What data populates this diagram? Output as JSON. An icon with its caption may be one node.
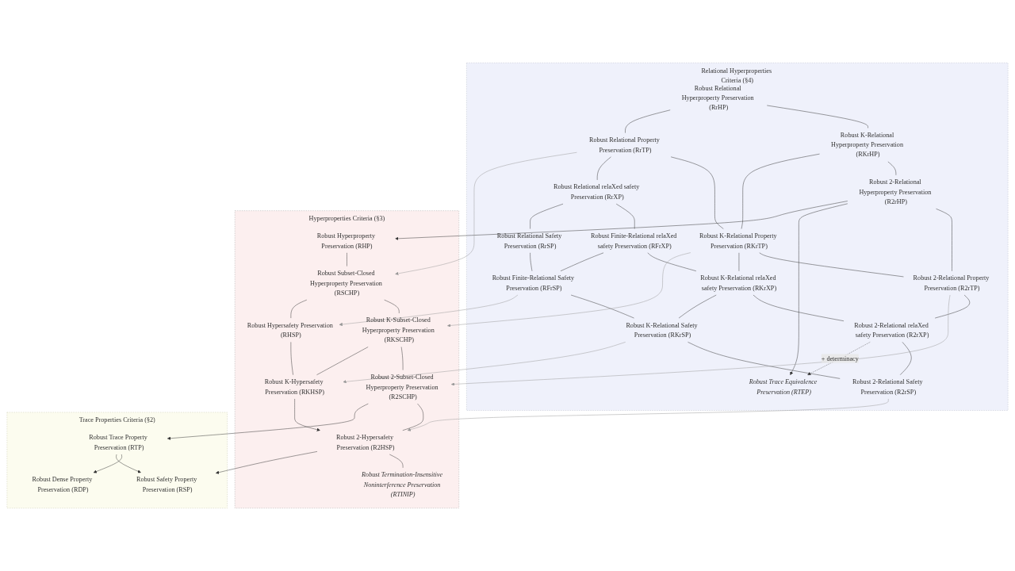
{
  "diagram": {
    "nodes": [
      {
        "text": [
          "Relational Hyperproperties Criteria (§4)"
        ]
      },
      {
        "text": [
          "Robust Relational Hyperproperty Preservation (RrHP)"
        ],
        "in": 0
      },
      {
        "text": [
          "Robust K-Relational Hyperproperty Preservation (RKrHP)"
        ],
        "in": 0
      },
      {
        "text": [
          "Robust 2-Relational Hyperproperty Preservation (R2rHP)"
        ],
        "in": 0
      },
      {
        "text": [
          "Robust Relational Property Preservation (RrTP)"
        ],
        "in": 0
      },
      {
        "text": [
          "Robust K-Relational Property Preservation (RKrTP)"
        ],
        "in": 0
      },
      {
        "text": [
          "Robust 2-Relational Property Preservation (R2rTP)"
        ],
        "in": 0
      },
      {
        "text": [
          "Robust Relational relaXed safety Preservation (RrXP)"
        ],
        "in": 0
      },
      {
        "text": [
          "Robust Finite-Relational relaXed safety Preservation (RFrXP)"
        ],
        "in": 0
      },
      {
        "text": [
          "Robust K-Relational relaXed safety Preservation (RKrXP)"
        ],
        "in": 0
      },
      {
        "text": [
          "Robust 2-Relational relaXed safety Preservation (R2rXP)"
        ],
        "in": 0
      },
      {
        "text": [
          "Robust Relational Safety Preservation (RrSP)"
        ],
        "in": 0
      },
      {
        "text": [
          "Robust Finite-Relational Safety Preservation (RFrSP)"
        ],
        "in": 0
      },
      {
        "text": [
          "Robust K-Relational Safety Preservation (RKrSP)"
        ],
        "in": 0
      },
      {
        "text": [
          "Robust 2-Relational Safety Preservation (R2rSP)"
        ],
        "in": 0
      },
      {
        "text": [
          "Robust Trace Equivalence Preservation (RTEP)"
        ],
        "in": 0
      },
      {
        "text": [
          "Hyperproperties Criteria (§3)"
        ]
      },
      {
        "text": [
          "Robust Hyperproperty Preservation (RHP)"
        ],
        "in": 16
      },
      {
        "text": [
          "Robust Subset-Closed Hyperproperty Preservation (RSCHP)"
        ],
        "in": 16
      },
      {
        "text": [
          "Robust K-Subset-Closed Hyperproperty Preservation (RKSCHP)"
        ],
        "in": 16
      },
      {
        "text": [
          "Robust 2-Subset-Closed Hyperproperty Preservation (R2SCHP)"
        ],
        "in": 16
      },
      {
        "text": [
          "Robust Hypersafety Preservation (RHSP)"
        ],
        "in": 16
      },
      {
        "text": [
          "Robust K-Hypersafety Preservation (RKHSP)"
        ],
        "in": 16
      },
      {
        "text": [
          "Robust 2-Hypersafety Preservation (R2HSP)"
        ],
        "in": 16
      },
      {
        "text": [
          "Robust Termination-Insensitive Noninterference Preservation (RTINIP)"
        ],
        "in": 16
      },
      {
        "text": [
          "Trace Properties Criteria (§2)"
        ]
      },
      {
        "text": [
          "Robust Trace Property Preservation (RTP)"
        ],
        "in": 25
      },
      {
        "text": [
          "Robust Dense Property Preservation (RDP)"
        ],
        "in": 25
      },
      {
        "text": [
          "Robust Safety Property Preservation (RSP)"
        ],
        "in": 25
      }
    ],
    "edges": [
      {
        "from": 1,
        "to": 2,
        "arrow": "none"
      },
      {
        "from": 2,
        "to": 3,
        "arrow": "none"
      },
      {
        "from": 1,
        "to": 4,
        "arrow": "none"
      },
      {
        "from": 2,
        "to": 5,
        "arrow": "none"
      },
      {
        "from": 3,
        "to": 6,
        "arrow": "none"
      },
      {
        "from": 4,
        "to": 5,
        "arrow": "none"
      },
      {
        "from": 5,
        "to": 6,
        "arrow": "none"
      },
      {
        "from": 4,
        "to": 7,
        "arrow": "none"
      },
      {
        "from": 5,
        "to": 9,
        "arrow": "none"
      },
      {
        "from": 6,
        "to": 10,
        "arrow": "none"
      },
      {
        "from": 7,
        "to": 8,
        "arrow": "none"
      },
      {
        "from": 8,
        "to": 9,
        "arrow": "none"
      },
      {
        "from": 9,
        "to": 10,
        "arrow": "none"
      },
      {
        "from": 7,
        "to": 11,
        "arrow": "none"
      },
      {
        "from": 8,
        "to": 12,
        "arrow": "none"
      },
      {
        "from": 9,
        "to": 13,
        "arrow": "none"
      },
      {
        "from": 10,
        "to": 14,
        "arrow": "none"
      },
      {
        "from": 11,
        "to": 12,
        "arrow": "none"
      },
      {
        "from": 12,
        "to": 13,
        "arrow": "none"
      },
      {
        "from": 13,
        "to": 14,
        "arrow": "none"
      },
      {
        "from": 3,
        "to": 15,
        "arrow": "to"
      },
      {
        "from": 10,
        "to": 15,
        "arrow": "to",
        "label": "+ determinacy",
        "style": "dashed"
      },
      {
        "from": 3,
        "to": 17,
        "arrow": "to"
      },
      {
        "from": 4,
        "to": 18,
        "arrow": "to",
        "color": "#999999"
      },
      {
        "from": 5,
        "to": 19,
        "arrow": "to",
        "color": "#999999"
      },
      {
        "from": 6,
        "to": 20,
        "arrow": "to",
        "color": "#999999"
      },
      {
        "from": 12,
        "to": 21,
        "arrow": "to",
        "color": "#999999"
      },
      {
        "from": 13,
        "to": 22,
        "arrow": "to",
        "color": "#999999"
      },
      {
        "from": 14,
        "to": 23,
        "arrow": "to",
        "color": "#999999"
      },
      {
        "from": 17,
        "to": 18,
        "arrow": "none"
      },
      {
        "from": 18,
        "to": 19,
        "arrow": "none"
      },
      {
        "from": 19,
        "to": 20,
        "arrow": "none"
      },
      {
        "from": 18,
        "to": 21,
        "arrow": "none"
      },
      {
        "from": 19,
        "to": 22,
        "arrow": "none"
      },
      {
        "from": 20,
        "to": 23,
        "arrow": "none"
      },
      {
        "from": 21,
        "to": 22,
        "arrow": "none"
      },
      {
        "from": 22,
        "to": 23,
        "arrow": "to"
      },
      {
        "from": 23,
        "to": 24,
        "arrow": "none"
      },
      {
        "from": 20,
        "to": 26,
        "arrow": "to"
      },
      {
        "from": 26,
        "to": 27,
        "arrow": "to"
      },
      {
        "from": 26,
        "to": 28,
        "arrow": "to"
      },
      {
        "from": 23,
        "to": 28,
        "arrow": "to"
      }
    ]
  }
}
